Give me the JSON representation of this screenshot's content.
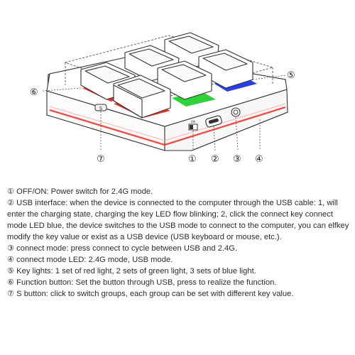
{
  "diagram": {
    "callouts": [
      "①",
      "②",
      "③",
      "④",
      "⑤",
      "⑥",
      "⑦"
    ],
    "s_button_text": "S",
    "switch_text": "ON"
  },
  "legend": [
    "① OFF/ON: Power switch for 2.4G mode.",
    "② USB interface: when the device is connected to the computer through the USB cable: 1, will enter the charging state, charging the key LED flow blinking; 2, click the connect key connect mode LED blue, the device switches to the USB mode to connect to the computer, you can elfkey modify the key value or exist as a USB device (USB keyboard or mouse, etc.).",
    "③ connect mode: press connect to cycle between USB and 2.4G.",
    "④ connect mode LED: 2.4G mode, USB mode.",
    "⑤ Key lights: 1 set of red light, 2 sets of green light, 3 sets of blue light.",
    "⑥ Function button: Set the button through USB, press to realize the function.",
    "⑦ S button: click to switch groups, each group can be set with different key value."
  ],
  "colors": {
    "red_led": "#e8322a",
    "green_led": "#2fd23a",
    "blue_led": "#2a3fe0",
    "outline": "#333333"
  }
}
